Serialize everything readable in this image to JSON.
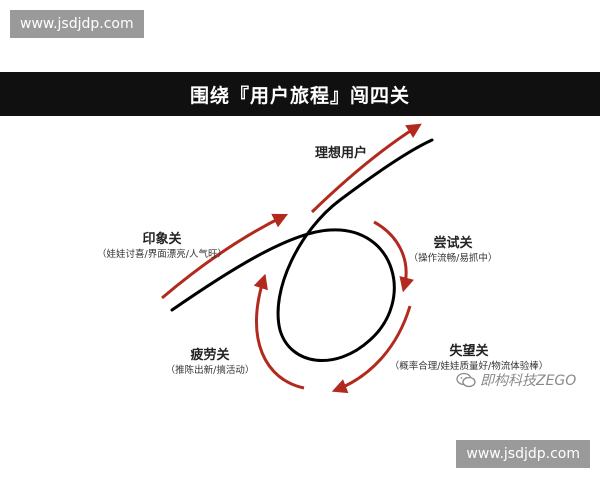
{
  "watermark": {
    "top": "www.jsdjdp.com",
    "bottom": "www.jsdjdp.com"
  },
  "banner": {
    "title": "围绕『用户旅程』闯四关"
  },
  "stages": {
    "ideal": {
      "title": "理想用户"
    },
    "impression": {
      "title": "印象关",
      "sub": "（娃娃讨喜/界面漂亮/人气旺）"
    },
    "trial": {
      "title": "尝试关",
      "sub": "（操作流畅/易抓中）"
    },
    "fatigue": {
      "title": "疲劳关",
      "sub": "（推陈出新/搞活动）"
    },
    "disappoint": {
      "title": "失望关",
      "sub": "（概率合理/娃娃质量好/物流体验棒）"
    }
  },
  "brand": {
    "label": "即构科技ZEGO",
    "icon": "wechat-icon"
  },
  "colors": {
    "arrow": "#b22a1e",
    "curve": "#000000",
    "banner": "#101010",
    "watermark_bg": "#9a9a9a"
  }
}
